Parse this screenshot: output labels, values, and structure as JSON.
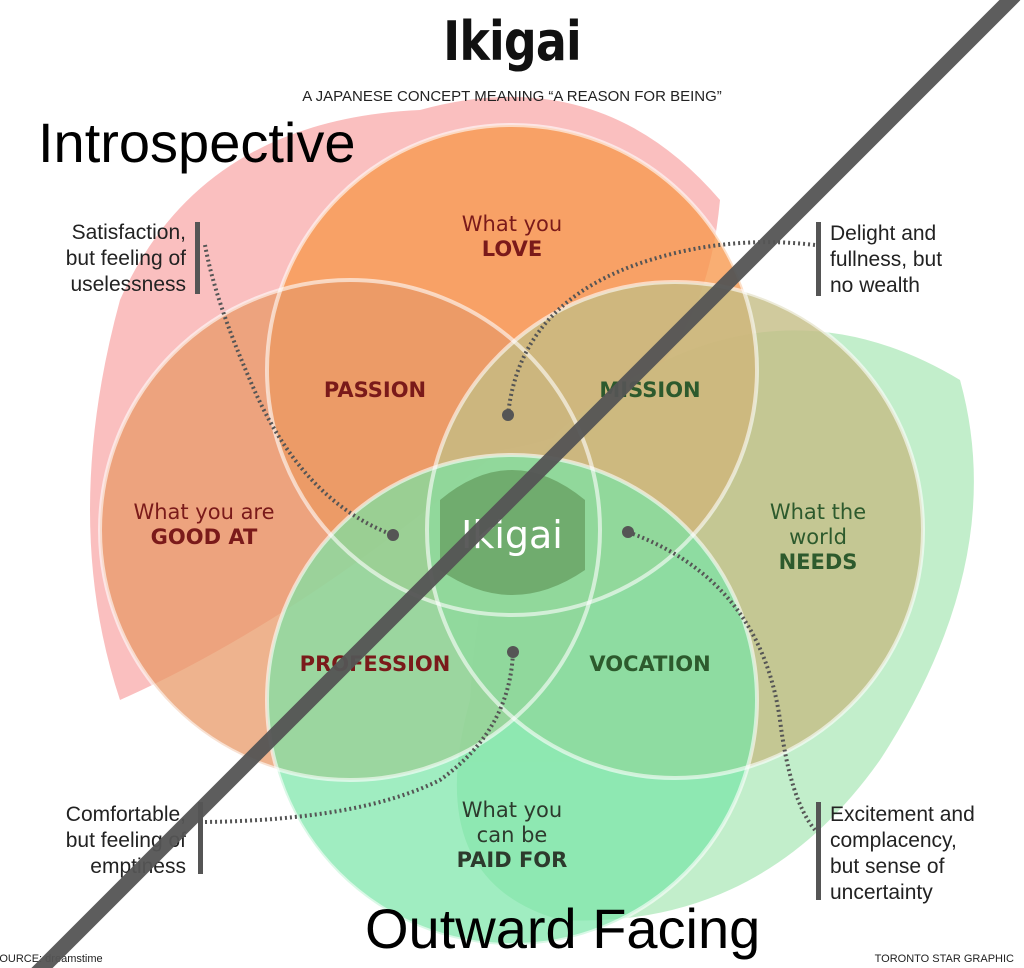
{
  "title": "Ikigai",
  "subtitle": "A JAPANESE CONCEPT MEANING “A REASON FOR BEING”",
  "overlay": {
    "top": "Introspective",
    "bottom": "Outward Facing"
  },
  "circles": {
    "love": {
      "line1": "What you",
      "line2": "LOVE"
    },
    "good": {
      "line1": "What you are",
      "line2": "GOOD AT"
    },
    "needs": {
      "line1": "What the",
      "line1b": "world",
      "line2": "NEEDS"
    },
    "paid": {
      "line1": "What you",
      "line1b": "can be",
      "line2": "PAID FOR"
    }
  },
  "overlaps": {
    "passion": "PASSION",
    "mission": "MISSION",
    "profession": "PROFESSION",
    "vocation": "VOCATION",
    "center": "Ikigai"
  },
  "callouts": {
    "top_left": [
      "Satisfaction,",
      "but feeling of",
      "uselessness"
    ],
    "top_right": [
      "Delight and",
      "fullness, but",
      "no wealth"
    ],
    "bottom_left": [
      "Comfortable,",
      "but feeling of",
      "emptiness"
    ],
    "bottom_right": [
      "Excitement and",
      "complacency,",
      "but sense of",
      "uncertainty"
    ]
  },
  "footer": {
    "source": "SOURCE: dreamstime",
    "credit": "TORONTO STAR GRAPHIC"
  },
  "colors": {
    "love": "#f79a50",
    "good": "#e89a68",
    "needs": "#c4bd85",
    "paid": "#78e6a6",
    "dark_red": "#7a1a1a",
    "dark_green": "#2d5a2d",
    "slash": "#555555"
  }
}
